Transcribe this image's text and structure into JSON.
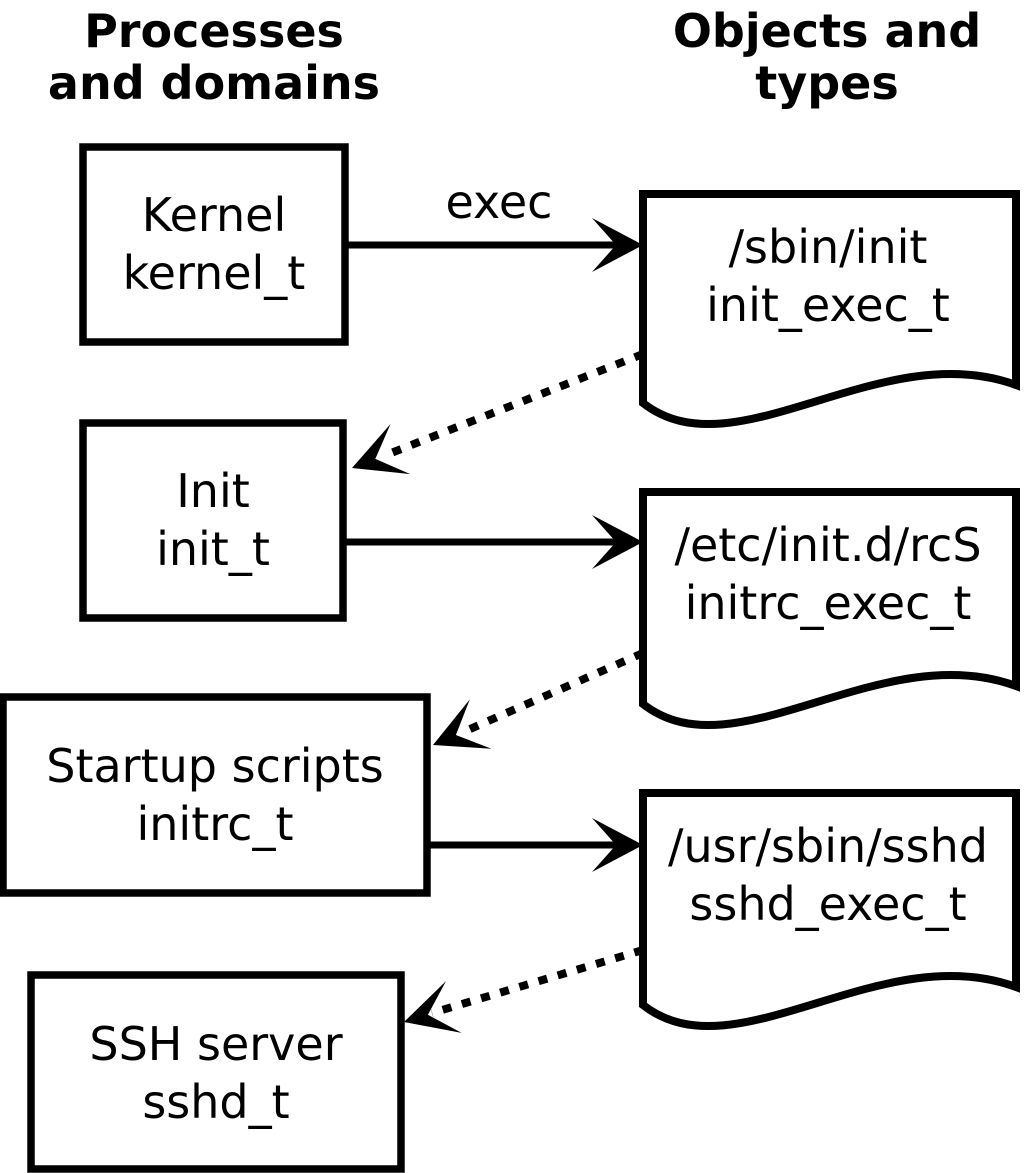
{
  "diagram": {
    "headers": {
      "left": {
        "line1": "Processes",
        "line2": "and domains"
      },
      "right": {
        "line1": "Objects and",
        "line2": "types"
      }
    },
    "processes": [
      {
        "name": "Kernel",
        "type": "kernel_t"
      },
      {
        "name": "Init",
        "type": "init_t"
      },
      {
        "name": "Startup scripts",
        "type": "initrc_t"
      },
      {
        "name": "SSH server",
        "type": "sshd_t"
      }
    ],
    "objects": [
      {
        "path": "/sbin/init",
        "type": "init_exec_t"
      },
      {
        "path": "/etc/init.d/rcS",
        "type": "initrc_exec_t"
      },
      {
        "path": "/usr/sbin/sshd",
        "type": "sshd_exec_t"
      }
    ],
    "edges": {
      "exec_label": "exec"
    },
    "colors": {
      "foreground": "#000000",
      "background": "#ffffff"
    }
  }
}
